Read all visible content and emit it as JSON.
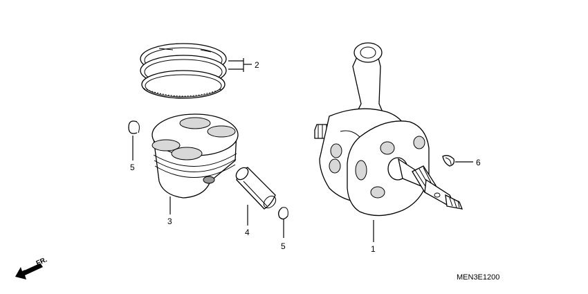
{
  "callouts": {
    "crankshaft": "1",
    "piston_ring_set": "2",
    "piston": "3",
    "piston_pin": "4",
    "pin_clip_left": "5",
    "pin_clip_right": "5",
    "woodruff_key": "6"
  },
  "direction_arrow_label": "FR.",
  "diagram_code": "MEN3E1200"
}
